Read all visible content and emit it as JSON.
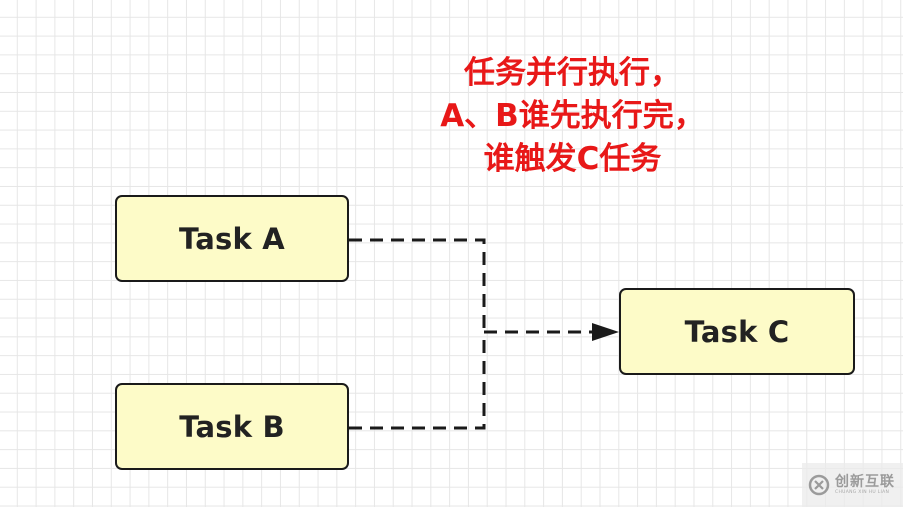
{
  "annotation": {
    "line1": "任务并行执行，",
    "line2": "A、B谁先执行完，",
    "line3": "谁触发C任务"
  },
  "nodes": {
    "task_a": "Task A",
    "task_b": "Task B",
    "task_c": "Task C"
  },
  "watermark": {
    "name": "创新互联",
    "subtitle": "CHUANG XIN HU LIAN"
  },
  "colors": {
    "node_fill": "#fdfbc8",
    "node_border": "#1a1a1a",
    "annotation_text": "#e81818",
    "connector": "#1a1a1a",
    "grid": "#e6e6e6"
  }
}
